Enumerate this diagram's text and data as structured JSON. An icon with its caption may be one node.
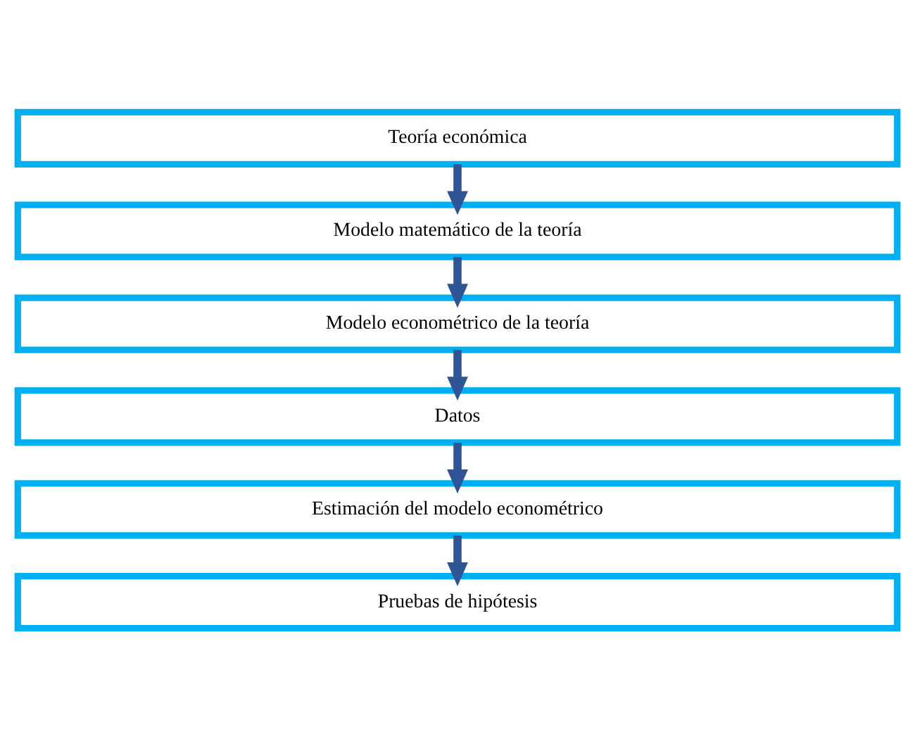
{
  "diagram": {
    "nodes": [
      {
        "text": [
          "Teoría económica"
        ]
      },
      {
        "text": [
          "Modelo matemático de la teoría"
        ]
      },
      {
        "text": [
          "Modelo econométrico de la teoría"
        ]
      },
      {
        "text": [
          "Datos"
        ]
      },
      {
        "text": [
          "Estimación del modelo econométrico"
        ]
      },
      {
        "text": [
          "Pruebas de hipótesis"
        ]
      }
    ],
    "edges": [
      {
        "from": 0,
        "to": 1,
        "arrow": "to"
      },
      {
        "from": 1,
        "to": 2,
        "arrow": "to"
      },
      {
        "from": 2,
        "to": 3,
        "arrow": "to"
      },
      {
        "from": 3,
        "to": 4,
        "arrow": "to"
      },
      {
        "from": 4,
        "to": 5,
        "arrow": "to"
      }
    ]
  }
}
